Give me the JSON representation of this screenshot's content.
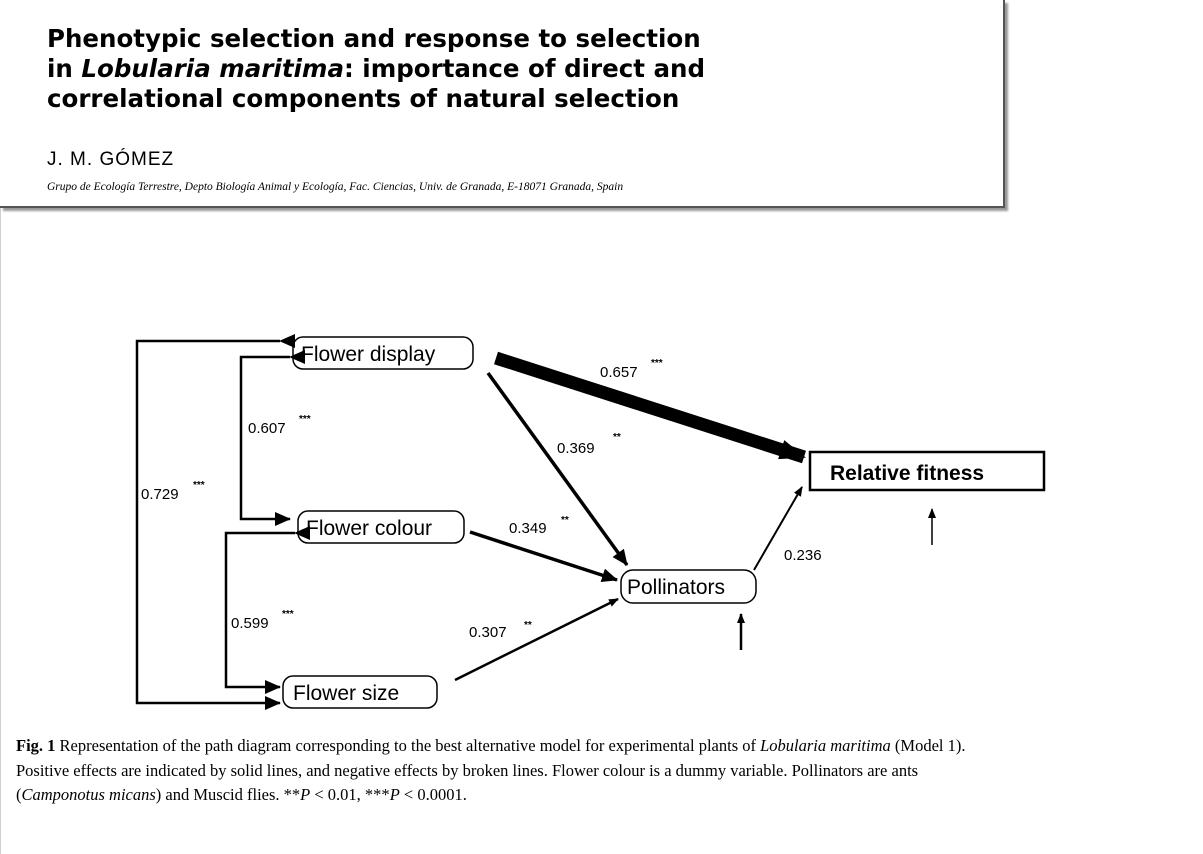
{
  "header": {
    "title_line1": "Phenotypic selection and response to selection",
    "title_line2_pre": "in ",
    "title_line2_species": "Lobularia maritima",
    "title_line2_post": ": importance of direct and",
    "title_line3": "correlational components of natural selection",
    "author": "J. M. GÓMEZ",
    "affiliation": "Grupo de Ecología Terrestre, Depto Biología Animal y Ecología, Fac. Ciencias, Univ. de Granada, E-18071 Granada, Spain"
  },
  "diagram": {
    "nodes": {
      "flower_display": "Flower display",
      "flower_colour": "Flower colour",
      "flower_size": "Flower size",
      "pollinators": "Pollinators",
      "relative_fitness": "Relative fitness"
    },
    "paths": {
      "display_fitness": {
        "value": "0.657",
        "sig": "***"
      },
      "display_pollinators": {
        "value": "0.369",
        "sig": "**"
      },
      "colour_pollinators": {
        "value": "0.349",
        "sig": "**"
      },
      "size_pollinators": {
        "value": "0.307",
        "sig": "**"
      },
      "pollinators_fitness": {
        "value": "0.236",
        "sig": ""
      },
      "display_colour_corr": {
        "value": "0.607",
        "sig": "***"
      },
      "colour_size_corr": {
        "value": "0.599",
        "sig": "***"
      },
      "display_size_corr": {
        "value": "0.729",
        "sig": "***"
      }
    }
  },
  "caption": {
    "label": "Fig. 1",
    "text1": " Representation of the path diagram corresponding to the best alternative model for experimental plants of ",
    "species": "Lobularia maritima",
    "text2": " (Model 1).",
    "line2": "Positive effects are indicated by solid lines, and negative effects by broken lines. Flower colour is a dummy variable. Pollinators are ants",
    "open_paren": "(",
    "species2": "Camponotus micans",
    "text3": ") and Muscid flies. **",
    "p1": "P",
    "text4": " < 0.01, ***",
    "p2": "P",
    "text5": " < 0.0001."
  }
}
